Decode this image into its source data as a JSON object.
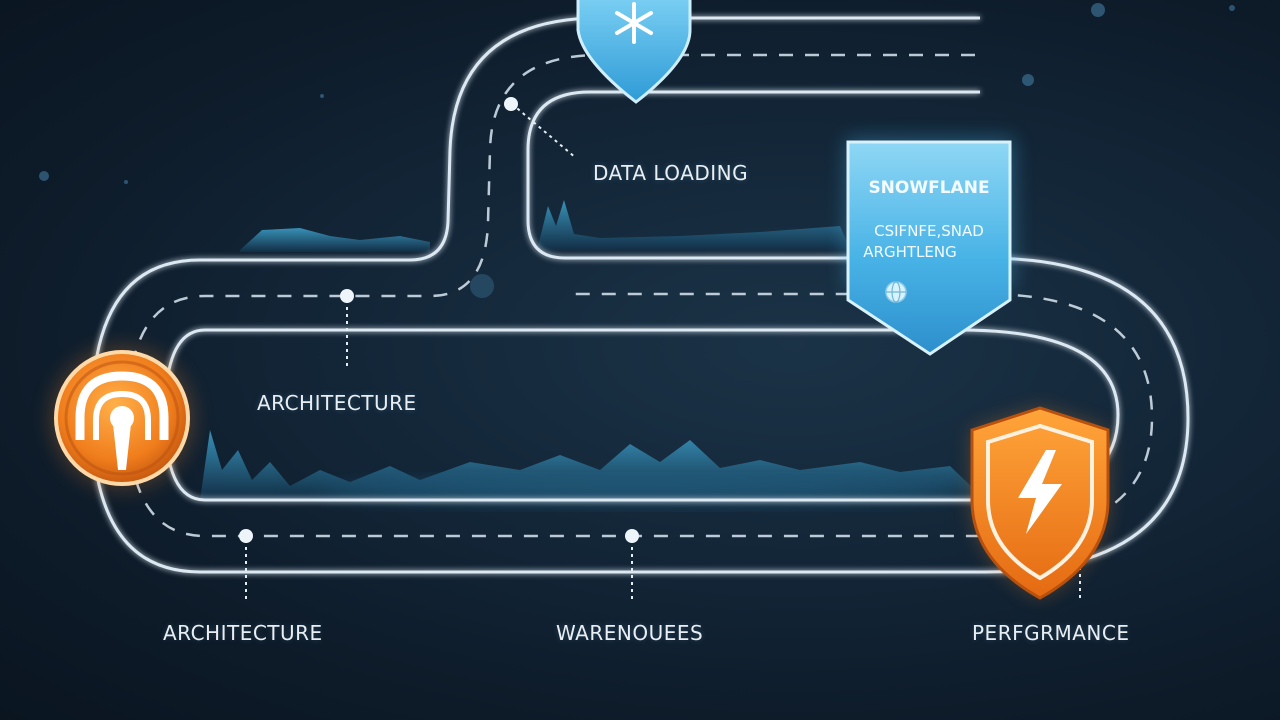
{
  "labels": {
    "data_loading": "DATA LOADING",
    "architecture_mid": "ARCHITECTURE",
    "architecture_bottom": "ARCHITECTURE",
    "warehouses": "WARENOUEES",
    "performance": "PERFGRMANCE"
  },
  "snowflake_panel": {
    "title": "SNOWFLANE",
    "line1": "CSIFNFE,SNAD",
    "line2": "ARGHTLENG"
  },
  "icons": {
    "top_marker": "snowflake-icon",
    "left_badge": "keyhole-icon",
    "right_badge": "lightning-bolt-icon",
    "panel_badge": "globe-icon"
  },
  "colors": {
    "background": "#0f1d2c",
    "road_line": "#dce8f2",
    "accent_blue": "#49b9ea",
    "accent_orange": "#f08a2a"
  }
}
